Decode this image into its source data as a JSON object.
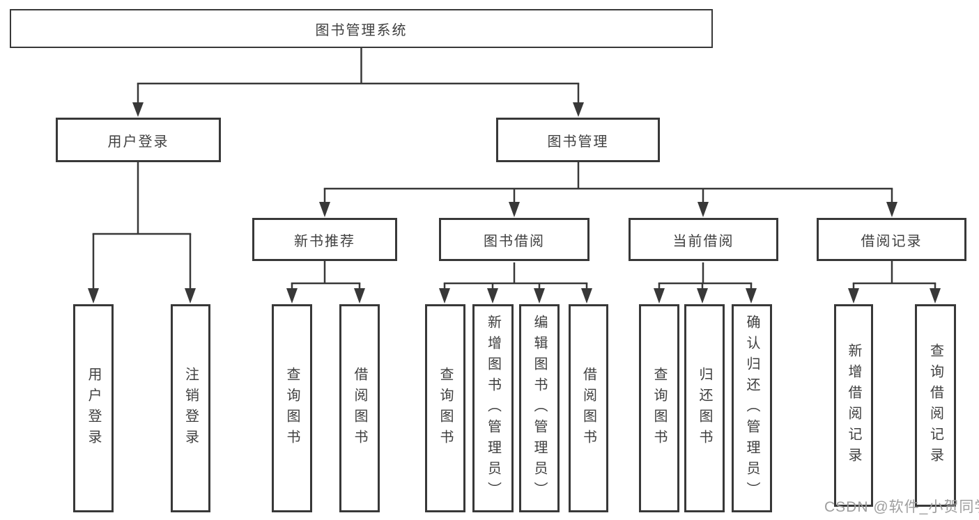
{
  "diagram": {
    "type": "hierarchy-tree",
    "root": {
      "label": "图书管理系统"
    },
    "level2": [
      {
        "label": "用户登录"
      },
      {
        "label": "图书管理"
      }
    ],
    "level3": [
      {
        "label": "新书推荐"
      },
      {
        "label": "图书借阅"
      },
      {
        "label": "当前借阅"
      },
      {
        "label": "借阅记录"
      }
    ],
    "leaves": {
      "user_login": [
        "用户登录",
        "注销登录"
      ],
      "new_book_recommend": [
        "查询图书",
        "借阅图书"
      ],
      "book_borrow": [
        "查询图书",
        "新增图书（管理员）",
        "编辑图书（管理员）",
        "借阅图书"
      ],
      "current_borrow": [
        "查询图书",
        "归还图书",
        "确认归还（管理员）"
      ],
      "borrow_records": [
        "新增借阅记录",
        "查询借阅记录"
      ]
    }
  },
  "watermark": {
    "text": "CSDN @软件_小贺同学",
    "color": "#9e9e9e"
  },
  "colors": {
    "line": "#383838",
    "box_border": "#383838",
    "text": "#3f3f3f",
    "background": "#ffffff"
  }
}
